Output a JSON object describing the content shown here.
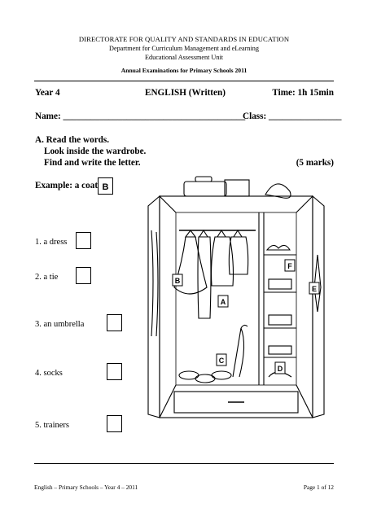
{
  "header": {
    "line1": "DIRECTORATE FOR QUALITY AND STANDARDS IN EDUCATION",
    "line2": "Department for Curriculum Management and eLearning",
    "line3": "Educational Assessment Unit",
    "line4": "Annual Examinations for Primary Schools 2011"
  },
  "exam": {
    "year": "Year 4",
    "subject": "ENGLISH (Written)",
    "time": "Time: 1h 15min",
    "name_label": "Name: ________________________________________",
    "class_label": "Class: ________________"
  },
  "section_a": {
    "line1": "A. Read the words.",
    "line2": "Look inside the wardrobe.",
    "line3": "Find and write the letter.",
    "marks": "(5 marks)"
  },
  "example": {
    "label": "Example: a coat",
    "answer": "B"
  },
  "questions": [
    {
      "label": "1. a dress",
      "answer": ""
    },
    {
      "label": "2. a tie",
      "answer": ""
    },
    {
      "label": "3. an umbrella",
      "answer": ""
    },
    {
      "label": "4. socks",
      "answer": ""
    },
    {
      "label": "5. trainers",
      "answer": ""
    }
  ],
  "wardrobe_letters": [
    "A",
    "B",
    "C",
    "D",
    "E",
    "F"
  ],
  "footer": {
    "left": "English – Primary Schools – Year 4 – 2011",
    "right": "Page 1 of 12"
  }
}
